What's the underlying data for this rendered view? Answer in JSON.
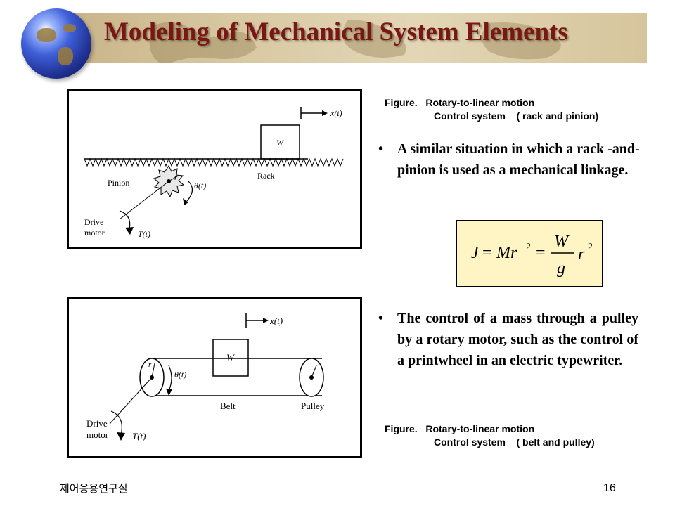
{
  "slide": {
    "title": "Modeling of Mechanical System Elements",
    "footer_left": "제어응용연구실",
    "page_number": "16",
    "accent_color": "#7a1712"
  },
  "figure1": {
    "caption_line1": "Figure.   Rotary-to-linear motion",
    "caption_line2": "Control system    ( rack and pinion)",
    "labels": {
      "x": "x(t)",
      "mass": "W",
      "rack": "Rack",
      "pinion": "Pinion",
      "radius": "r",
      "theta": "θ(t)",
      "drive_motor_1": "Drive",
      "drive_motor_2": "motor",
      "torque": "T(t)"
    }
  },
  "bullet1": {
    "text": "A similar situation in which a rack -and-pinion is used as a mechanical linkage."
  },
  "equation": {
    "lhs": "J",
    "mid": "Mr",
    "exp": "2",
    "numerator": "W",
    "denominator": "g",
    "rhs": "r"
  },
  "bullet2": {
    "text": "The control of a mass through a pulley by a rotary motor, such as the control of a printwheel in an electric typewriter."
  },
  "figure2": {
    "caption_line1": "Figure.   Rotary-to-linear motion",
    "caption_line2": "Control system    ( belt and pulley)",
    "labels": {
      "x": "x(t)",
      "mass": "W",
      "radius_left": "r",
      "radius_right": "r",
      "theta": "θ(t)",
      "belt": "Belt",
      "pulley": "Pulley",
      "drive_motor_1": "Drive",
      "drive_motor_2": "motor",
      "torque": "T(t)"
    }
  }
}
